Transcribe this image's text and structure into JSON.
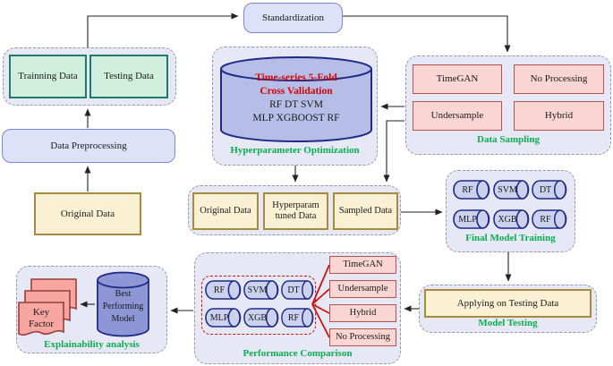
{
  "colors": {
    "container_fill": "#e7e8f6",
    "container_border": "#9696aa",
    "green_box_fill": "#cfeede",
    "green_box_border": "#1e7b6b",
    "lavender_box_fill": "#dee2f8",
    "lavender_box_border": "#7a86d8",
    "tan_box_fill": "#faf0d4",
    "tan_box_border": "#a8893d",
    "pink_box_fill": "#f9d6d3",
    "pink_box_border": "#b4524c",
    "cylinder_fill": "#b6bde6",
    "cylinder_border": "#1f2a87",
    "small_cylinder_fill": "#ccd2ee",
    "dark_cylinder_fill": "#8d97d6",
    "card_fill": "#f7a6a2",
    "card_border": "#9c3c38",
    "label_green": "#0aae4e",
    "text_red": "#d00707",
    "arrow_color": "#222222",
    "fan_color": "#cc1111"
  },
  "nodes": {
    "standardization": "Standardization",
    "training_data": "Trainning Data",
    "testing_data": "Testing Data",
    "data_preprocessing": "Data Preprocessing",
    "original_data": "Original Data",
    "hpo": {
      "line1": "Time-series 5-Fold",
      "line2": "Cross Validation",
      "line3": "RF DT SVM",
      "line4": "MLP XGBOOST RF",
      "label": "Hyperparameter Optimization"
    },
    "data_sampling": {
      "timegan": "TimeGAN",
      "no_processing": "No Processing",
      "undersample": "Undersample",
      "hybrid": "Hybrid",
      "label": "Data Sampling"
    },
    "datasets": {
      "original": "Original Data",
      "hyperparam": "Hyperparam tuned Data",
      "sampled": "Sampled Data"
    },
    "final_training": {
      "models": [
        "RF",
        "SVM",
        "DT",
        "MLP",
        "XGB",
        "RF"
      ],
      "label": "Final Model Training"
    },
    "model_testing": {
      "box": "Applying on Testing Data",
      "label": "Model Testing"
    },
    "comparison": {
      "models": [
        "RF",
        "SVM",
        "DT",
        "MLP",
        "XGB",
        "RF"
      ],
      "strategies": [
        "TimeGAN",
        "Undersample",
        "Hybrid",
        "No Processing"
      ],
      "label": "Performance Comparison"
    },
    "explainability": {
      "card": "Key Factor",
      "cylinder": "Best Performing Model",
      "label": "Explainability analysis"
    }
  }
}
